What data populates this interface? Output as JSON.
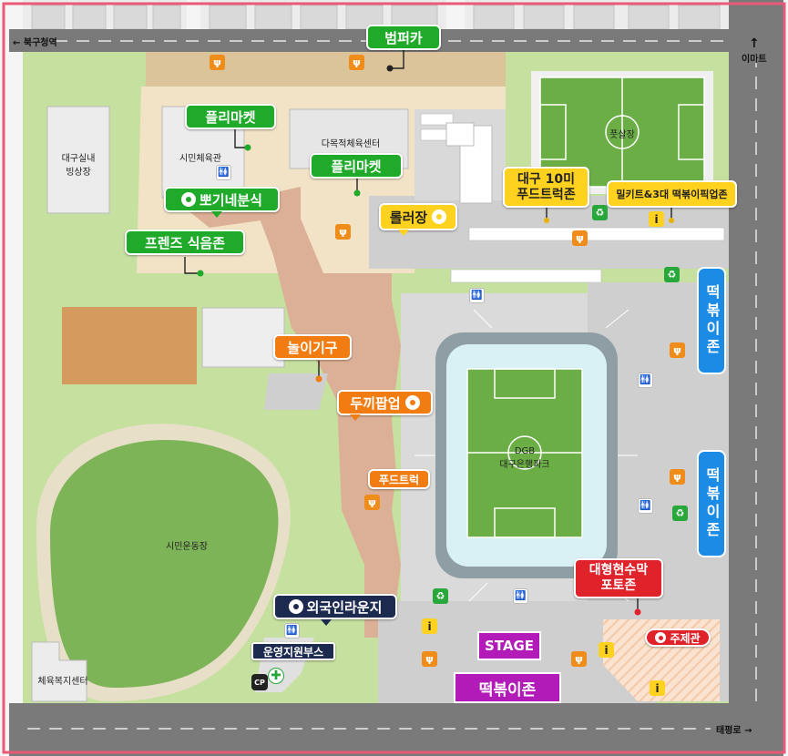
{
  "roads": {
    "north_west": "북구청역",
    "north_east": "이마트",
    "south_east": "태평로"
  },
  "buildings": {
    "ice_rink": "대구실내\n빙상장",
    "civic_gym": "시민체육관",
    "multi_gym": "다목적체육센터",
    "futsal": "풋살장",
    "stadium": "DGB\n대구은행파크",
    "track": "시민운동장",
    "welfare": "체육복지센터"
  },
  "labels": {
    "bumper_car": "범퍼카",
    "flea_market_1": "플리마켓",
    "flea_market_2": "플리마켓",
    "ppogi": "뽀기네분식",
    "friends": "프렌즈 식음존",
    "roller": "롤러장",
    "food_truck_zone": "대구 10미\n푸드트럭존",
    "milkit_zone": "밀키트&3대 떡볶이픽업존",
    "playground": "놀이기구",
    "dukki": "두끼팝업",
    "food_truck": "푸드트럭",
    "tteok_zone_1": "떡볶이존",
    "tteok_zone_2": "떡볶이존",
    "tteok_zone_bottom": "떡볶이존",
    "stage": "STAGE",
    "banner_zone": "대형현수막\n포토존",
    "theme_hall": "주제관",
    "foreign_lounge": "외국인라운지",
    "support_booth": "운영지원부스",
    "cp": "CP",
    "first_aid": "✚"
  },
  "icons": {
    "food": "ψ",
    "wc": "🚻",
    "recycle": "♻",
    "info": "i"
  },
  "colors": {
    "grass": "#c6e0a0",
    "sand": "#f3e3c6",
    "path": "#dcb096",
    "road": "#7a7a7a",
    "plaza": "#d8d8d8",
    "field": "#6cae46",
    "border": "#ea5a78"
  }
}
